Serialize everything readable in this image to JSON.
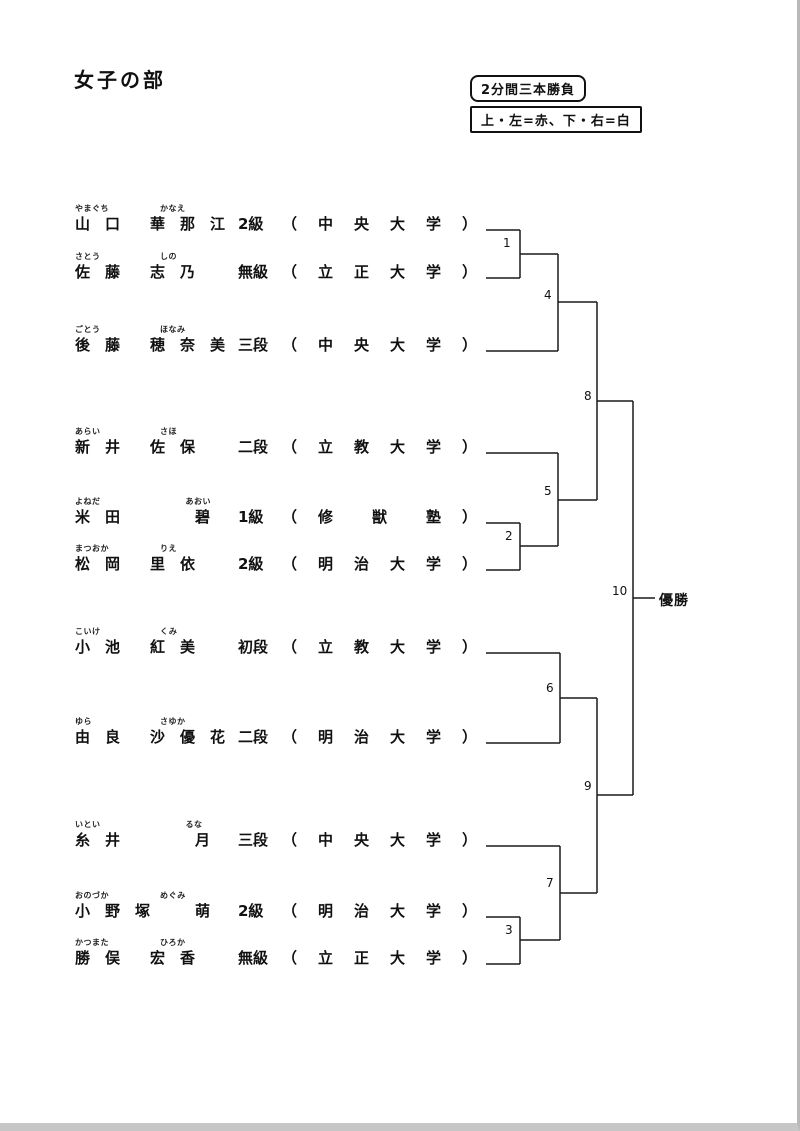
{
  "header": {
    "title": "女子の部",
    "rule_box_top": "2分間三本勝負",
    "rule_box_bottom": "上・左=赤、下・右=白"
  },
  "players": [
    {
      "furigana": "やまぐち　　　　　　かなえ",
      "name": "山　口　　華　那　江",
      "rank": "2級",
      "affiliation": "（　中　央　大　学　）"
    },
    {
      "furigana": "さとう　　　　　　　しの",
      "name": "佐　藤　　志　乃",
      "rank": "無級",
      "affiliation": "（　立　正　大　学　）"
    },
    {
      "furigana": "ごとう　　　　　　　ほなみ",
      "name": "後　藤　　穂　奈　美",
      "rank": "三段",
      "affiliation": "（　中　央　大　学　）"
    },
    {
      "furigana": "あらい　　　　　　　さほ",
      "name": "新　井　　佐　保",
      "rank": "二段",
      "affiliation": "（　立　教　大　学　）"
    },
    {
      "furigana": "よねだ　　　　　　　　　　あおい",
      "name": "米　田　　　　　碧",
      "rank": "1級",
      "affiliation": "（　修　　獣　　塾　）"
    },
    {
      "furigana": "まつおか　　　　　　りえ",
      "name": "松　岡　　里　依",
      "rank": "2級",
      "affiliation": "（　明　治　大　学　）"
    },
    {
      "furigana": "こいけ　　　　　　　くみ",
      "name": "小　池　　紅　美",
      "rank": "初段",
      "affiliation": "（　立　教　大　学　）"
    },
    {
      "furigana": "ゆら　　　　　　　　さゆか",
      "name": "由　良　　沙　優　花",
      "rank": "二段",
      "affiliation": "（　明　治　大　学　）"
    },
    {
      "furigana": "いとい　　　　　　　　　　るな",
      "name": "糸　井　　　　　月",
      "rank": "三段",
      "affiliation": "（　中　央　大　学　）"
    },
    {
      "furigana": "おのづか　　　　　　めぐみ",
      "name": "小　野　塚　　　萌",
      "rank": "2級",
      "affiliation": "（　明　治　大　学　）"
    },
    {
      "furigana": "かつまた　　　　　　ひろか",
      "name": "勝　俣　　宏　香",
      "rank": "無級",
      "affiliation": "（　立　正　大　学　）"
    }
  ],
  "matches": [
    "1",
    "2",
    "3",
    "4",
    "5",
    "6",
    "7",
    "8",
    "9",
    "10"
  ],
  "champion_label": "優勝"
}
